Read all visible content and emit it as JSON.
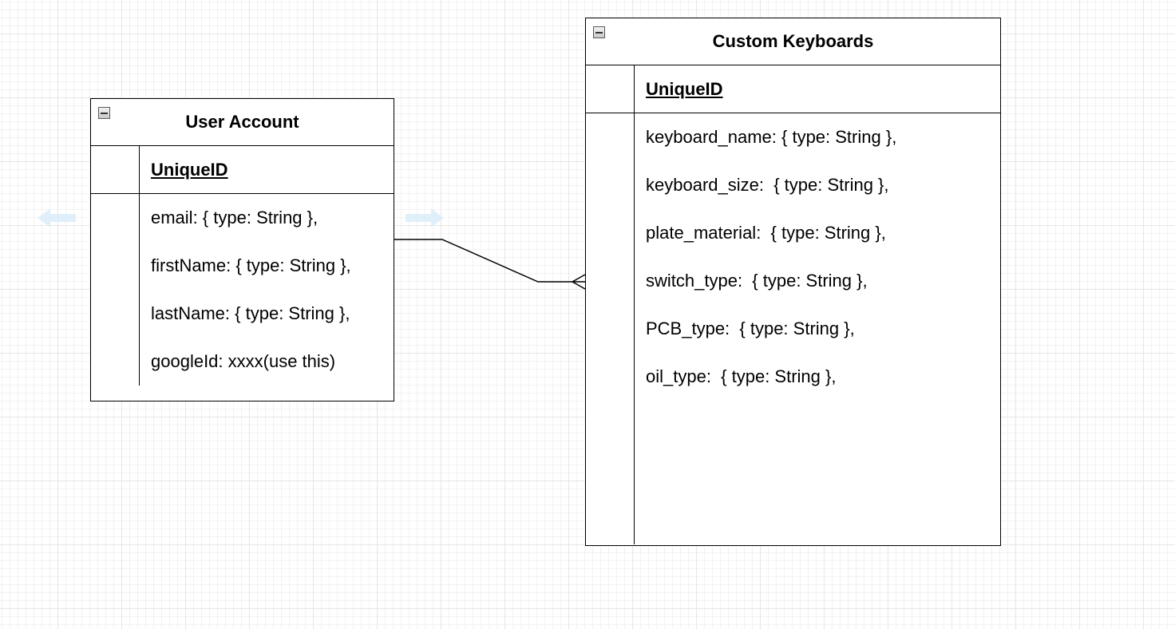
{
  "entities": {
    "user_account": {
      "title": "User Account",
      "primary_key": "UniqueID",
      "attributes": [
        "email: { type: String },",
        "firstName: { type: String },",
        "lastName: { type: String },",
        "googleId: xxxx(use this)"
      ]
    },
    "custom_keyboards": {
      "title": "Custom Keyboards",
      "primary_key": "UniqueID",
      "attributes": [
        "keyboard_name: { type: String },",
        "keyboard_size:  { type: String },",
        "plate_material:  { type: String },",
        "switch_type:  { type: String },",
        "PCB_type:  { type: String },",
        "oil_type:  { type: String },"
      ]
    }
  },
  "relationship": {
    "from": "user_account",
    "to": "custom_keyboards",
    "cardinality": "one-to-many"
  },
  "colors": {
    "grid_line": "#e6e6e6",
    "hover_arrow": "#dbeefa",
    "border": "#000000"
  },
  "icons": [
    "collapse-icon",
    "collapse-icon",
    "arrow-left-icon",
    "arrow-right-icon"
  ]
}
